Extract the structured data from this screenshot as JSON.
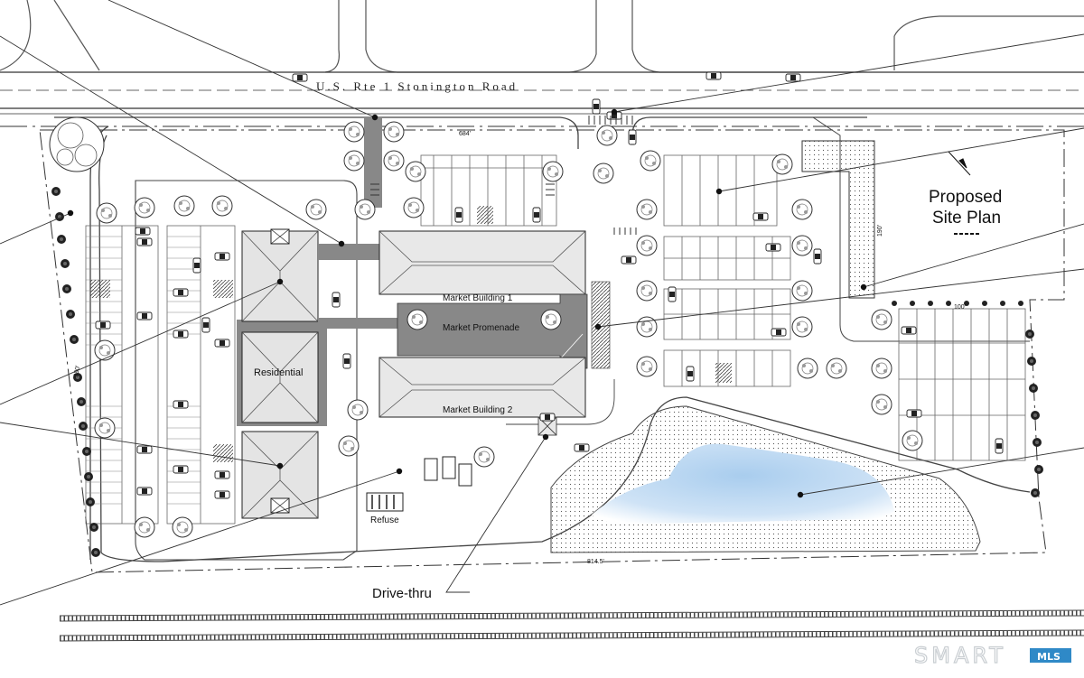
{
  "title": {
    "line1": "Proposed",
    "line2": "Site Plan"
  },
  "road": {
    "name": "U.S. Rte 1 Stonington Road"
  },
  "dimensions": {
    "frontage": "684'",
    "rear": "814.5'",
    "west_side": "390'",
    "east_side": "190'",
    "east_small": "100'"
  },
  "labels": {
    "residential": "Residential",
    "market_building_1": "Market Building 1",
    "market_promenade": "Market Promenade",
    "market_building_2": "Market Building 2",
    "refuse": "Refuse",
    "drive_thru": "Drive-thru"
  },
  "brand": {
    "main": "SMART",
    "sub": "MLS"
  },
  "colors": {
    "pond": "#a9cdee",
    "building_fill": "#e4e4e4",
    "walkway": "#8a8a8a",
    "line": "#333333",
    "brand_box": "#2f89c7"
  }
}
